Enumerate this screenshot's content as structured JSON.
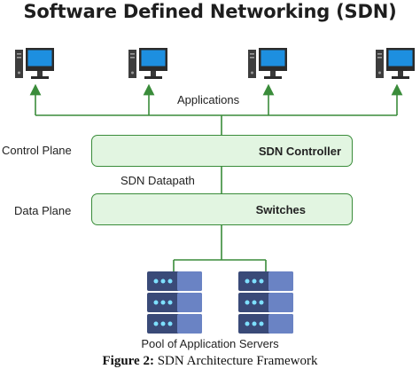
{
  "title": "Software Defined Networking (SDN)",
  "applications_label": "Applications",
  "layers": {
    "control_plane_label": "Control Plane",
    "controller_label": "SDN Controller",
    "datapath_label": "SDN Datapath",
    "data_plane_label": "Data Plane",
    "switches_label": "Switches"
  },
  "servers_label": "Pool of Application Servers",
  "caption": {
    "figure_label": "Figure 2:",
    "text": "SDN Architecture Framework"
  },
  "icons": {
    "application_nodes": [
      "desktop-computer-icon",
      "desktop-computer-icon",
      "desktop-computer-icon",
      "desktop-computer-icon"
    ],
    "server_nodes": [
      "server-rack-icon",
      "server-rack-icon"
    ]
  },
  "colors": {
    "connector_green": "#3a8c3a",
    "box_fill": "#e2f5e1",
    "monitor_blue": "#1d8fe0",
    "server_navy": "#3a4a78",
    "server_blue": "#6a83c4"
  }
}
